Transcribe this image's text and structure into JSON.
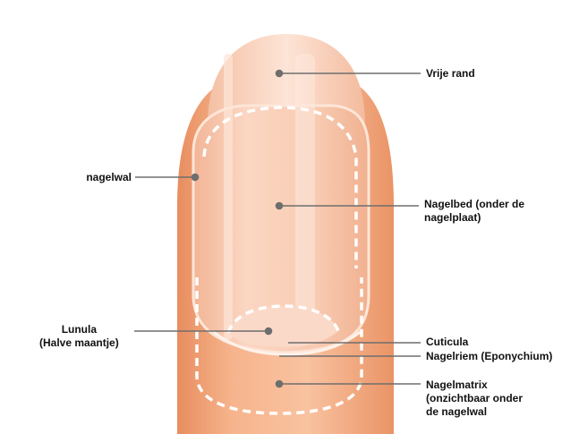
{
  "labels": {
    "free_edge": "Vrije rand",
    "nail_fold": "nagelwal",
    "nail_bed_line1": "Nagelbed (onder de",
    "nail_bed_line2": "nagelplaat)",
    "lunula_line1": "Lunula",
    "lunula_line2": "(Halve maantje)",
    "cuticle": "Cuticula",
    "eponychium": "Nagelriem (Eponychium)",
    "matrix_line1": "Nagelmatrix",
    "matrix_line2": "(onzichtbaar onder",
    "matrix_line3": "de nagelwal"
  },
  "colors": {
    "skin": "#f6b48c",
    "skin_shadow": "#ec9a6e",
    "nail": "#f8cdb6",
    "nail_highlight": "#fde3d5",
    "leader_line": "#6e6e6e",
    "dashed_outline": "#ffffff"
  }
}
